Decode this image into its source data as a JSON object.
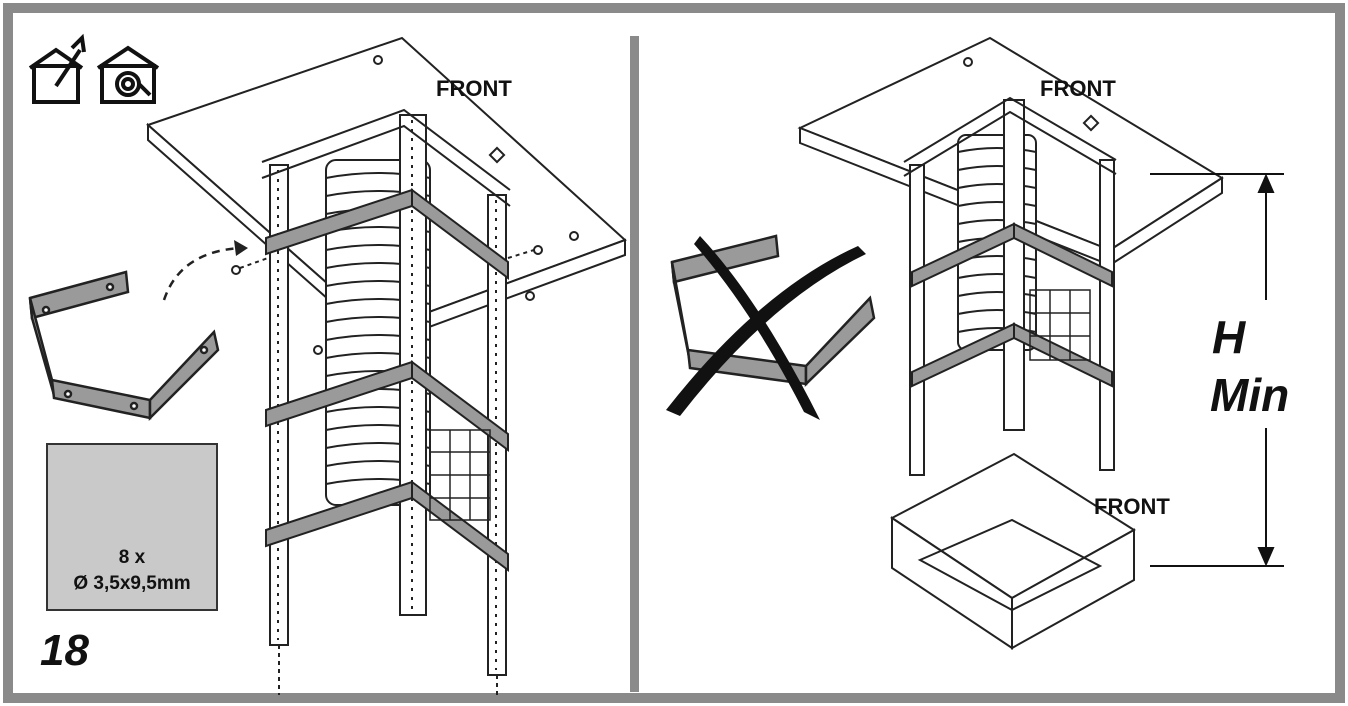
{
  "labels": {
    "front_left": "FRONT",
    "front_right_top": "FRONT",
    "front_right_bottom": "FRONT",
    "height_line1": "H",
    "height_line2": "Min",
    "step_number": "18"
  },
  "screw_spec": {
    "quantity": "8 x",
    "size": "Ø 3,5x9,5mm"
  },
  "icons": {
    "mode_1": "ducted-house-icon",
    "mode_2": "recirculation-house-icon",
    "screw": "screw-icon",
    "wrong": "cross-mark-icon"
  },
  "colors": {
    "frame": "#8a8a8a",
    "line": "#222222",
    "bracket_fill": "#9a9a9a",
    "spec_box": "#c9c9c9"
  }
}
